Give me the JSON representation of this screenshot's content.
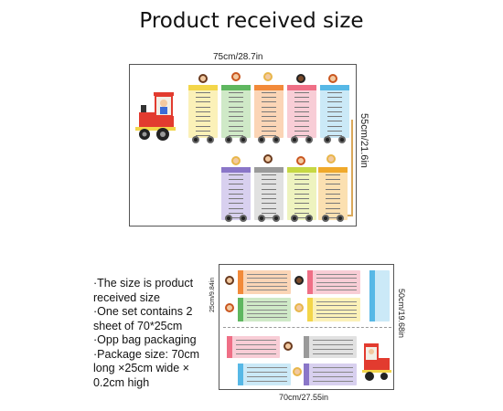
{
  "title": "Product received size",
  "top_panel": {
    "width_label": "75cm/28.7in",
    "height_label": "55cm/21.6in"
  },
  "notes": [
    "·The size is product received size",
    "·One set contains 2 sheet of 70*25cm",
    "·Opp bag packaging",
    "·Package size: 70cm long ×25cm wide × 0.2cm high"
  ],
  "bottom_panel": {
    "width_label": "70cm/27.55in",
    "height_label": "50cm/19.68in",
    "sheet_label": "25cm/9.84in"
  },
  "colors": {
    "yellow": "#f3d64a",
    "green": "#5fb760",
    "orange": "#f28a3a",
    "pink": "#ef6f86",
    "blue": "#57b8e6",
    "purple": "#8a76c8",
    "gray": "#9a9a9a",
    "lime": "#c6d843",
    "amber": "#f0a92b"
  }
}
